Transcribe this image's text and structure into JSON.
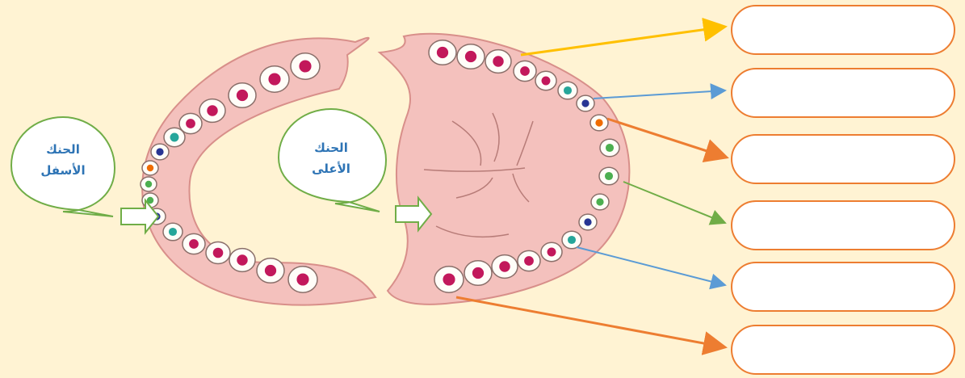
{
  "lower_jaw": {
    "line1": "الحنك",
    "line2": "الأسفل"
  },
  "upper_jaw": {
    "line1": "الحنك",
    "line2": "الأعلى"
  },
  "answer_boxes": [
    "",
    "",
    "",
    "",
    "",
    ""
  ],
  "colors": {
    "background": "#fff3d3",
    "gum": "#f4c1bd",
    "bubble_border": "#70ad47",
    "label_text": "#2e74b5",
    "box_border": "#ed7d31",
    "arrow_yellow": "#ffc000",
    "arrow_blue": "#5b9bd5",
    "arrow_orange": "#ed7d31",
    "arrow_green": "#70ad47"
  }
}
